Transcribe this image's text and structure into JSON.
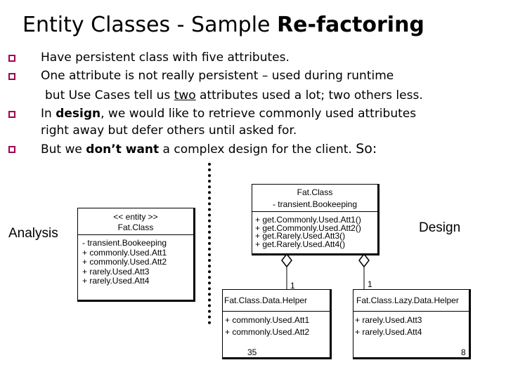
{
  "title": {
    "main": "Entity Classes  - Sample ",
    "bold": "Re-factoring"
  },
  "bullets": [
    {
      "text": "Have persistent class with five attributes."
    },
    {
      "text": "One attribute is not really persistent – used during runtime"
    },
    {
      "cont_pre": "but Use Cases tell us ",
      "cont_u": "two",
      "cont_post": " attributes used a lot; two others less."
    },
    {
      "pre": "In ",
      "bold": "design",
      "post": ", we would like to retrieve commonly used attributes"
    },
    {
      "cont": "right away but defer others until asked for."
    },
    {
      "pre": "But we ",
      "bold": "don’t want",
      "post": " a complex design for the client. ",
      "tail": "So:"
    }
  ],
  "labels": {
    "analysis": "Analysis",
    "design": "Design"
  },
  "analysis_class": {
    "stereotype": "<< entity >>",
    "name": "Fat.Class",
    "attributes": [
      "- transient.Bookeeping",
      "+ commonly.Used.Att1",
      "+ commonly.Used.Att2",
      "+ rarely.Used.Att3",
      "+ rarely.Used.Att4"
    ]
  },
  "design_class": {
    "name": "Fat.Class",
    "attributes": [
      "- transient.Bookeeping"
    ],
    "operations": [
      "+ get.Commonly.Used.Att1()",
      "+ get.Commonly.Used.Att2()",
      "+ get.Rarely.Used.Att3()",
      "+ get.Rarely.Used.Att4()"
    ]
  },
  "helper_class": {
    "name": "Fat.Class.Data.Helper",
    "attributes": [
      "+ commonly.Used.Att1",
      "+ commonly.Used.Att2"
    ],
    "multiplicity": "1"
  },
  "lazy_helper_class": {
    "name": "Fat.Class.Lazy.Data.Helper",
    "attributes": [
      "+ rarely.Used.Att3",
      "+ rarely.Used.Att4"
    ],
    "multiplicity": "1"
  },
  "footer": {
    "left_number": "35",
    "page_number": "8"
  },
  "colors": {
    "bullet": "#a00050",
    "text": "#000000"
  }
}
